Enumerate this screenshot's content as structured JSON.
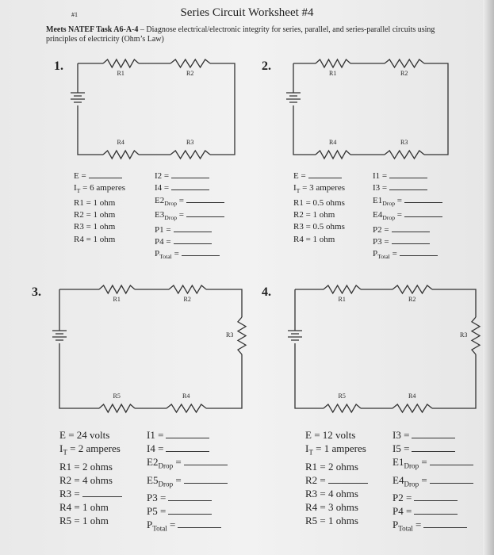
{
  "header": {
    "title": "Series Circuit Worksheet #4",
    "page_mark": "#1",
    "task_bold": "Meets NATEF Task A6-A-4",
    "task_text": " – Diagnose electrical/electronic integrity for series, parallel, and series-parallel circuits using principles of electricity (Ohm’s Law)"
  },
  "problems": [
    {
      "number": "1.",
      "battery_label": "E",
      "resistors": [
        "R1",
        "R2",
        "R3",
        "R4"
      ],
      "given": [
        {
          "t": "E =",
          "blank": true
        },
        {
          "t": "I",
          "s": "T",
          "r": " = 6 amperes"
        },
        {
          "t": "R1 = 1 ohm"
        },
        {
          "t": "R2 = 1 ohm"
        },
        {
          "t": "R3 = 1 ohm"
        },
        {
          "t": "R4 = 1 ohm"
        }
      ],
      "find": [
        {
          "t": "I2 ="
        },
        {
          "t": "I4 ="
        },
        {
          "t": "E2",
          "s": "Drop",
          "r": " ="
        },
        {
          "t": "E3",
          "s": "Drop",
          "r": " ="
        },
        {
          "t": "P1 ="
        },
        {
          "t": "P4 ="
        },
        {
          "t": "P",
          "s": "Total",
          "r": " ="
        }
      ]
    },
    {
      "number": "2.",
      "battery_label": "E",
      "resistors": [
        "R1",
        "R2",
        "R3",
        "R4"
      ],
      "given": [
        {
          "t": "E =",
          "blank": true
        },
        {
          "t": "I",
          "s": "T",
          "r": " = 3 amperes"
        },
        {
          "t": "R1 = 0.5 ohms"
        },
        {
          "t": "R2 = 1 ohm"
        },
        {
          "t": "R3 = 0.5 ohms"
        },
        {
          "t": "R4 = 1 ohm"
        }
      ],
      "find": [
        {
          "t": "I1 ="
        },
        {
          "t": "I3 ="
        },
        {
          "t": "E1",
          "s": "Drop",
          "r": " ="
        },
        {
          "t": "E4",
          "s": "Drop",
          "r": " ="
        },
        {
          "t": "P2 ="
        },
        {
          "t": "P3 ="
        },
        {
          "t": "P",
          "s": "Total",
          "r": " ="
        }
      ]
    },
    {
      "number": "3.",
      "battery_label": "E",
      "resistors": [
        "R1",
        "R2",
        "R3",
        "R4",
        "R5"
      ],
      "given": [
        {
          "t": "E = 24 volts"
        },
        {
          "t": "I",
          "s": "T",
          "r": " = 2 amperes"
        },
        {
          "t": "R1 = 2 ohms"
        },
        {
          "t": "R2 = 4 ohms"
        },
        {
          "t": "R3 =",
          "blank": true
        },
        {
          "t": "R4 = 1 ohm"
        },
        {
          "t": "R5 = 1 ohm"
        }
      ],
      "find": [
        {
          "t": "I1 ="
        },
        {
          "t": "I4 ="
        },
        {
          "t": "E2",
          "s": "Drop",
          "r": " ="
        },
        {
          "t": "E5",
          "s": "Drop",
          "r": " ="
        },
        {
          "t": "P3 ="
        },
        {
          "t": "P5 ="
        },
        {
          "t": "P",
          "s": "Total",
          "r": " ="
        }
      ]
    },
    {
      "number": "4.",
      "battery_label": "E",
      "resistors": [
        "R1",
        "R2",
        "R3",
        "R4",
        "R5"
      ],
      "given": [
        {
          "t": "E = 12 volts"
        },
        {
          "t": "I",
          "s": "T",
          "r": " = 1 amperes"
        },
        {
          "t": "R1 = 2 ohms"
        },
        {
          "t": "R2 =",
          "blank": true
        },
        {
          "t": "R3 = 4 ohms"
        },
        {
          "t": "R4 = 3 ohms"
        },
        {
          "t": "R5 = 1 ohms"
        }
      ],
      "find": [
        {
          "t": "I3 ="
        },
        {
          "t": "I5 ="
        },
        {
          "t": "E1",
          "s": "Drop",
          "r": " ="
        },
        {
          "t": "E4",
          "s": "Drop",
          "r": " ="
        },
        {
          "t": "P2 ="
        },
        {
          "t": "P4 ="
        },
        {
          "t": "P",
          "s": "Total",
          "r": " ="
        }
      ]
    }
  ]
}
